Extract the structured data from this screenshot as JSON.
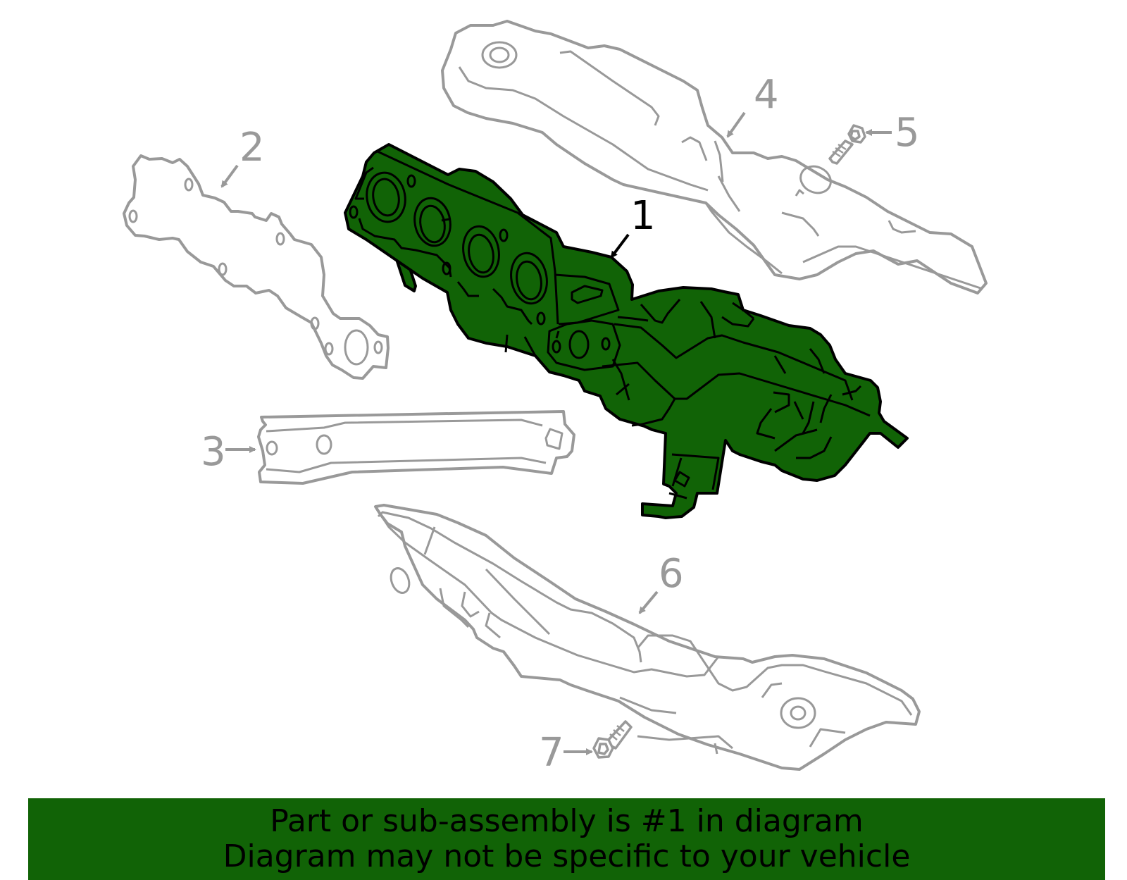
{
  "diagram": {
    "title": "Exhaust manifold parts diagram",
    "highlight_color": "#116306",
    "outline_gray": "#999999",
    "callouts": [
      {
        "number": "1",
        "part": "exhaust-manifold",
        "highlighted": true
      },
      {
        "number": "2",
        "part": "manifold-gasket",
        "highlighted": false
      },
      {
        "number": "3",
        "part": "support-bracket",
        "highlighted": false
      },
      {
        "number": "4",
        "part": "upper-heat-shield",
        "highlighted": false
      },
      {
        "number": "5",
        "part": "upper-shield-bolt",
        "highlighted": false
      },
      {
        "number": "6",
        "part": "lower-heat-shield",
        "highlighted": false
      },
      {
        "number": "7",
        "part": "lower-shield-bolt",
        "highlighted": false
      }
    ]
  },
  "banner": {
    "line1": "Part or sub-assembly is #1 in diagram",
    "line2": "Diagram may not be specific to your vehicle",
    "background": "#116306"
  }
}
